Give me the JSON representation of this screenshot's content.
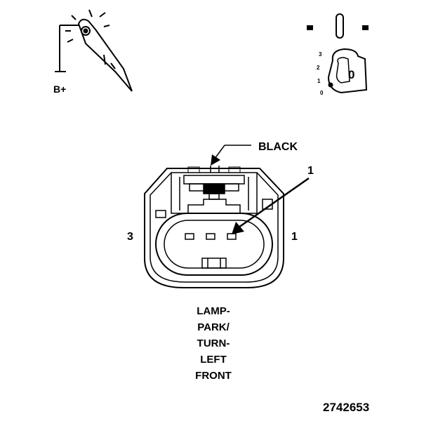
{
  "probe": {
    "supply_label": "B+"
  },
  "ignition": {
    "positions": [
      "3",
      "2",
      "1",
      "0"
    ],
    "key_label": "0"
  },
  "connector": {
    "color_label": "BLACK",
    "pin_left_label": "3",
    "pin_right_label": "1",
    "callout_label": "1"
  },
  "caption": {
    "lines": [
      "LAMP-",
      "PARK/",
      "TURN-",
      "LEFT",
      "FRONT"
    ]
  },
  "figure_number": "2742653"
}
